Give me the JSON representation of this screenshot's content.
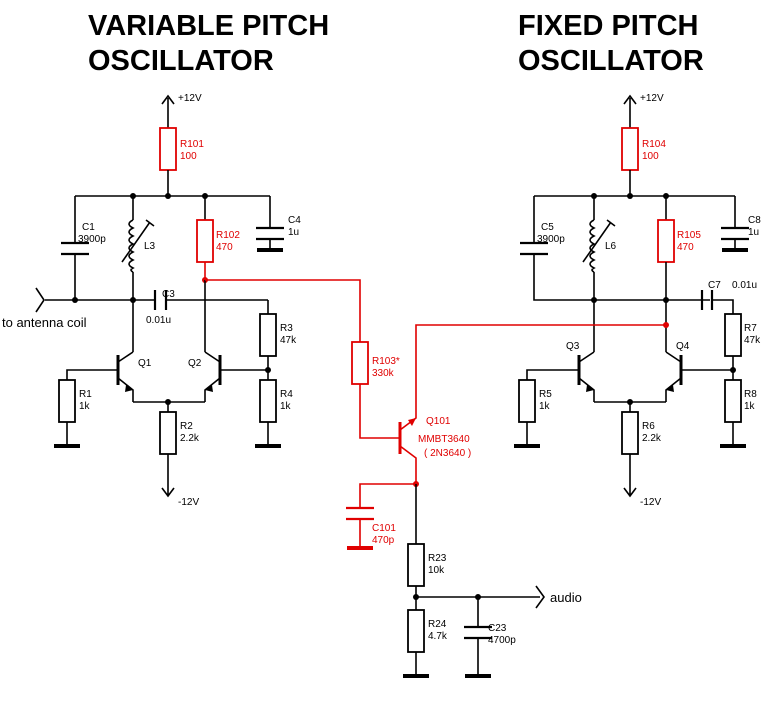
{
  "titles": {
    "variable_line1": "VARIABLE PITCH",
    "variable_line2": "OSCILLATOR",
    "fixed_line1": "FIXED PITCH",
    "fixed_line2": "OSCILLATOR"
  },
  "supply": {
    "pos_left": "+12V",
    "pos_right": "+12V",
    "neg_left": "-12V",
    "neg_right": "-12V"
  },
  "io": {
    "antenna": "to antenna coil",
    "audio": "audio"
  },
  "components": {
    "R101": {
      "ref": "R101",
      "value": "100"
    },
    "R102": {
      "ref": "R102",
      "value": "470"
    },
    "R103": {
      "ref": "R103*",
      "value": "330k"
    },
    "R104": {
      "ref": "R104",
      "value": "100"
    },
    "R105": {
      "ref": "R105",
      "value": "470"
    },
    "R1": {
      "ref": "R1",
      "value": "1k"
    },
    "R2": {
      "ref": "R2",
      "value": "2.2k"
    },
    "R3": {
      "ref": "R3",
      "value": "47k"
    },
    "R4": {
      "ref": "R4",
      "value": "1k"
    },
    "R5": {
      "ref": "R5",
      "value": "1k"
    },
    "R6": {
      "ref": "R6",
      "value": "2.2k"
    },
    "R7": {
      "ref": "R7",
      "value": "47k"
    },
    "R8": {
      "ref": "R8",
      "value": "1k"
    },
    "R23": {
      "ref": "R23",
      "value": "10k"
    },
    "R24": {
      "ref": "R24",
      "value": "4.7k"
    },
    "C1": {
      "ref": "C1",
      "value": "3900p"
    },
    "C3": {
      "ref": "C3",
      "value": "0.01u"
    },
    "C4": {
      "ref": "C4",
      "value": "1u"
    },
    "C5": {
      "ref": "C5",
      "value": "3900p"
    },
    "C7": {
      "ref": "C7",
      "value": "0.01u"
    },
    "C8": {
      "ref": "C8",
      "value": "1u"
    },
    "C23": {
      "ref": "C23",
      "value": "4700p"
    },
    "C101": {
      "ref": "C101",
      "value": "470p"
    },
    "L3": {
      "ref": "L3"
    },
    "L6": {
      "ref": "L6"
    },
    "Q1": {
      "ref": "Q1"
    },
    "Q2": {
      "ref": "Q2"
    },
    "Q3": {
      "ref": "Q3"
    },
    "Q4": {
      "ref": "Q4"
    },
    "Q101": {
      "ref": "Q101",
      "part": "MMBT3640",
      "alt": "( 2N3640 )"
    }
  }
}
